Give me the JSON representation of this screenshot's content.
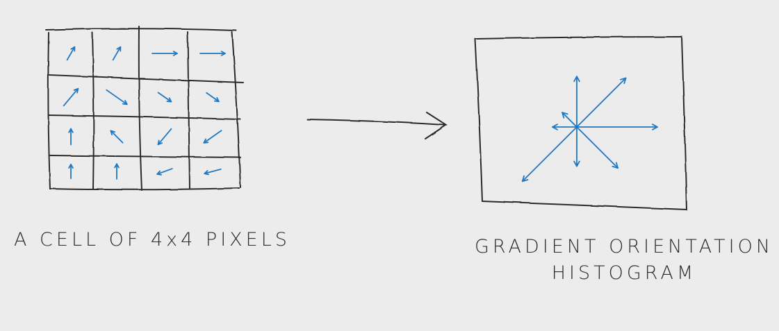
{
  "captions": {
    "cell": "A CELL OF 4x4 PIXELS",
    "histogram_line1": "GRADIENT ORIENTATION",
    "histogram_line2": "HISTOGRAM"
  },
  "colors": {
    "ink": "#2c2c2c",
    "arrow": "#1f78c1",
    "paper": "#ececec"
  },
  "grid": {
    "rows": 4,
    "cols": 4,
    "gradient_angles_deg": [
      [
        60,
        60,
        0,
        0
      ],
      [
        50,
        -35,
        -35,
        -35
      ],
      [
        90,
        135,
        -130,
        -145
      ],
      [
        90,
        90,
        -160,
        -165
      ]
    ],
    "gradient_magnitudes": [
      [
        0.45,
        0.45,
        1.0,
        1.0
      ],
      [
        0.85,
        1.0,
        0.5,
        0.45
      ],
      [
        0.5,
        0.55,
        0.75,
        0.8
      ],
      [
        0.4,
        0.45,
        0.5,
        0.55
      ]
    ]
  },
  "histogram": {
    "bins_deg": [
      0,
      45,
      90,
      135,
      180,
      225,
      270,
      315
    ],
    "magnitudes": [
      1.0,
      0.85,
      0.6,
      0.2,
      0.25,
      0.95,
      0.45,
      0.7
    ]
  }
}
